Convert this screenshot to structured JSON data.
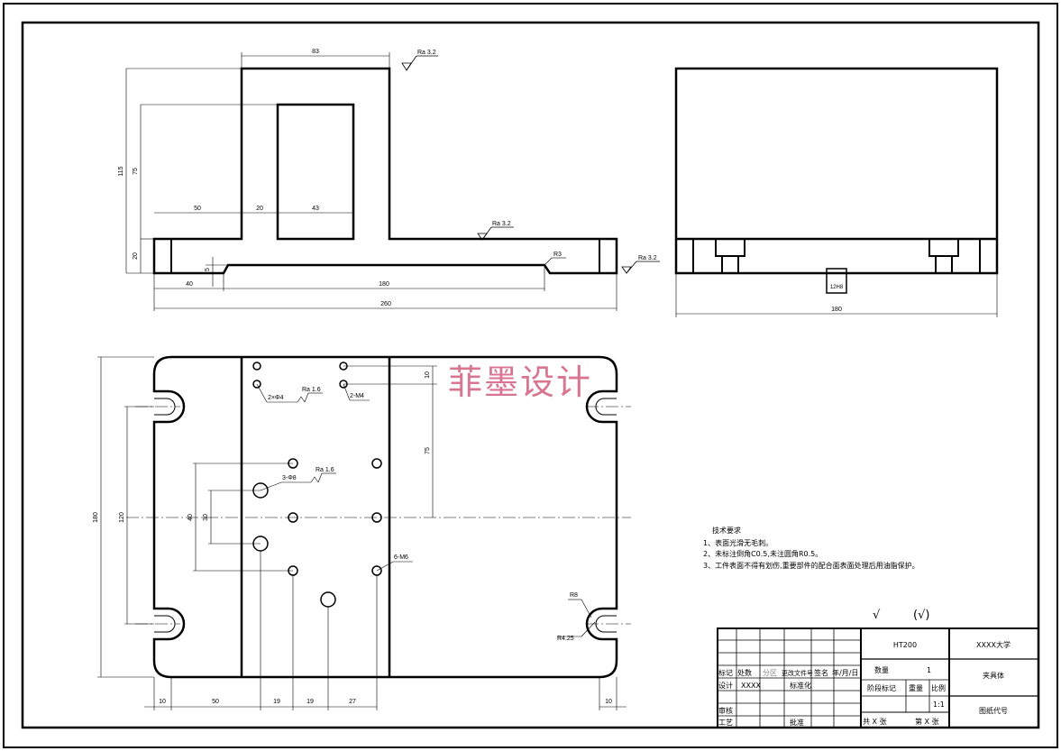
{
  "watermark": "菲墨设计",
  "top_view": {
    "dims": {
      "w83": "83",
      "h115": "115",
      "h75": "75",
      "h20": "20",
      "w50": "50",
      "w20": "20",
      "w43": "43",
      "w40": "40",
      "w180": "180",
      "w260": "260",
      "h5": "5",
      "r3": "R3"
    },
    "roughness": [
      "Ra 3.2",
      "Ra 3.2",
      "Ra 3.2"
    ]
  },
  "side_view": {
    "width": "180",
    "slot": "12H8"
  },
  "plan_view": {
    "dims": {
      "h180": "180",
      "h120": "120",
      "h40": "40",
      "h30": "30",
      "h75": "75",
      "h10": "10",
      "b10a": "10",
      "b50": "50",
      "b19a": "19",
      "b19b": "19",
      "b27": "27",
      "b10b": "10",
      "r8": "R8",
      "r425": "R4.25"
    },
    "callouts": {
      "pin2": "2×Φ4",
      "pin2_ra": "Ra 1.6",
      "m4": "2-M4",
      "pin3": "3-Φ8",
      "pin3_ra": "Ra 1.6",
      "m6": "6-M6"
    }
  },
  "tech_notes": {
    "title": "技术要求",
    "items": [
      "1、表面光滑无毛刺。",
      "2、未标注倒角C0.5,未注圆角R0.5。",
      "3、工件表面不得有划伤,重要部件的配合面表面处理后用油脂保护。"
    ]
  },
  "surface_symbols": {
    "check": "√",
    "paren": "(√)"
  },
  "title_block": {
    "material": "HT200",
    "school": "XXXX大学",
    "part_name": "夹具体",
    "drawing_code": "图纸代号",
    "qty_label": "数量",
    "qty_value": "1",
    "stage_label": "阶段标记",
    "weight_label": "重量",
    "scale_label": "比例",
    "scale_value": "1:1",
    "total": "共 X 张",
    "sheet": "第 X 张",
    "row_mark": "标记",
    "row_count": "处数",
    "row_zone": "分区",
    "row_docno": "更改文件号",
    "row_sign": "签名",
    "row_date": "年/月/日",
    "design_label": "设计",
    "design_value": "XXXX",
    "standard_label": "标准化",
    "check_label": "审核",
    "process_label": "工艺",
    "approve_label": "批准"
  }
}
